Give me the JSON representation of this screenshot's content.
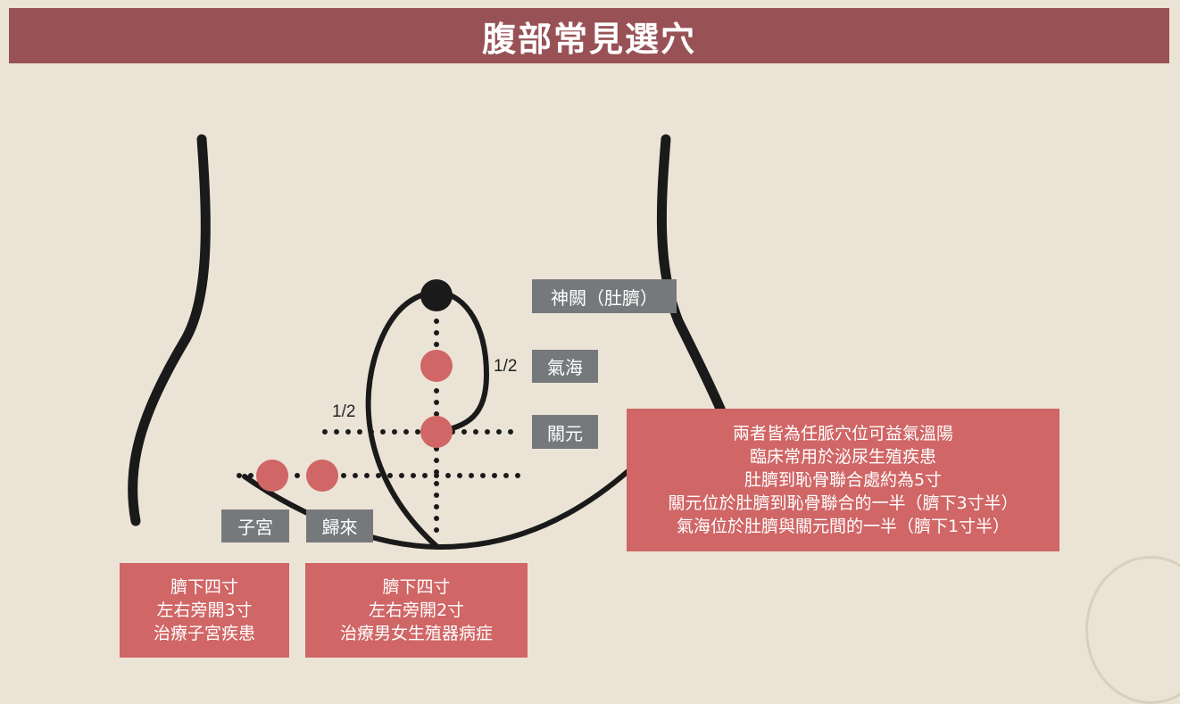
{
  "title": "腹部常見選穴",
  "ratio_labels": {
    "vertical": "1/2",
    "horizontal": "1/2"
  },
  "points": {
    "shenque": "神闕（肚臍）",
    "qihai": "氣海",
    "guanyuan": "關元",
    "zigong": "子宮",
    "guilai": "歸來"
  },
  "notes": {
    "center": [
      "兩者皆為任脈穴位可益氣溫陽",
      "臨床常用於泌尿生殖疾患",
      "肚臍到恥骨聯合處約為5寸",
      "關元位於肚臍到恥骨聯合的一半（臍下3寸半）",
      "氣海位於肚臍與關元間的一半（臍下1寸半）"
    ],
    "zigong": [
      "臍下四寸",
      "左右旁開3寸",
      "治療子宮疾患"
    ],
    "guilai": [
      "臍下四寸",
      "左右旁開2寸",
      "治療男女生殖器病症"
    ]
  },
  "colors": {
    "title_bar": "#985256",
    "background": "#ebe4d6",
    "acupoint": "#d06666",
    "navel": "#1a1a1a",
    "tag": "#76797b",
    "note_box": "#d06666"
  }
}
